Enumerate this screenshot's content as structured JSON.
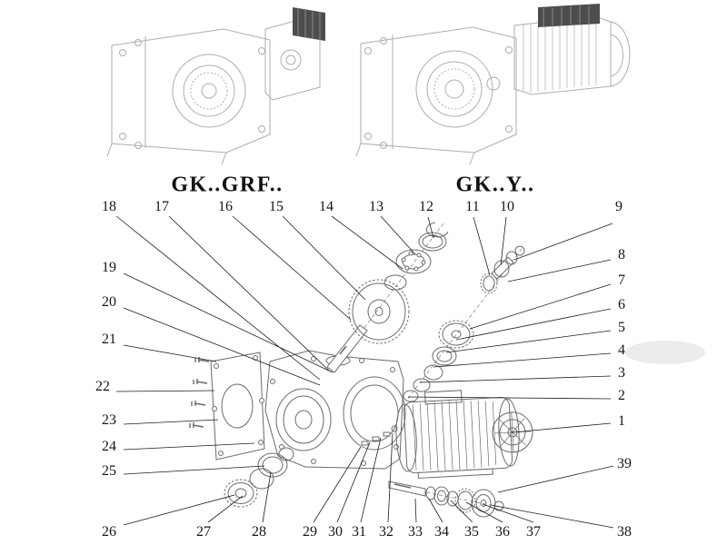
{
  "titles": {
    "left": "GK..GRF..",
    "right": "GK..Y.."
  },
  "part_numbers": {
    "top": [
      "18",
      "17",
      "16",
      "15",
      "14",
      "13",
      "12",
      "11",
      "10",
      "9"
    ],
    "left": [
      "19",
      "20",
      "21",
      "22",
      "23",
      "24",
      "25",
      "26"
    ],
    "right": [
      "8",
      "7",
      "6",
      "5",
      "4",
      "3",
      "2",
      "1",
      "39",
      "38"
    ],
    "bottom": [
      "27",
      "28",
      "29",
      "30",
      "31",
      "32",
      "33",
      "34",
      "35",
      "36",
      "37"
    ]
  },
  "colors": {
    "leader_line": "#1f1f1f",
    "ghost_drawing": "#a9a9a9",
    "exploded_drawing": "#6b6b6b",
    "background": "#ffffff"
  }
}
